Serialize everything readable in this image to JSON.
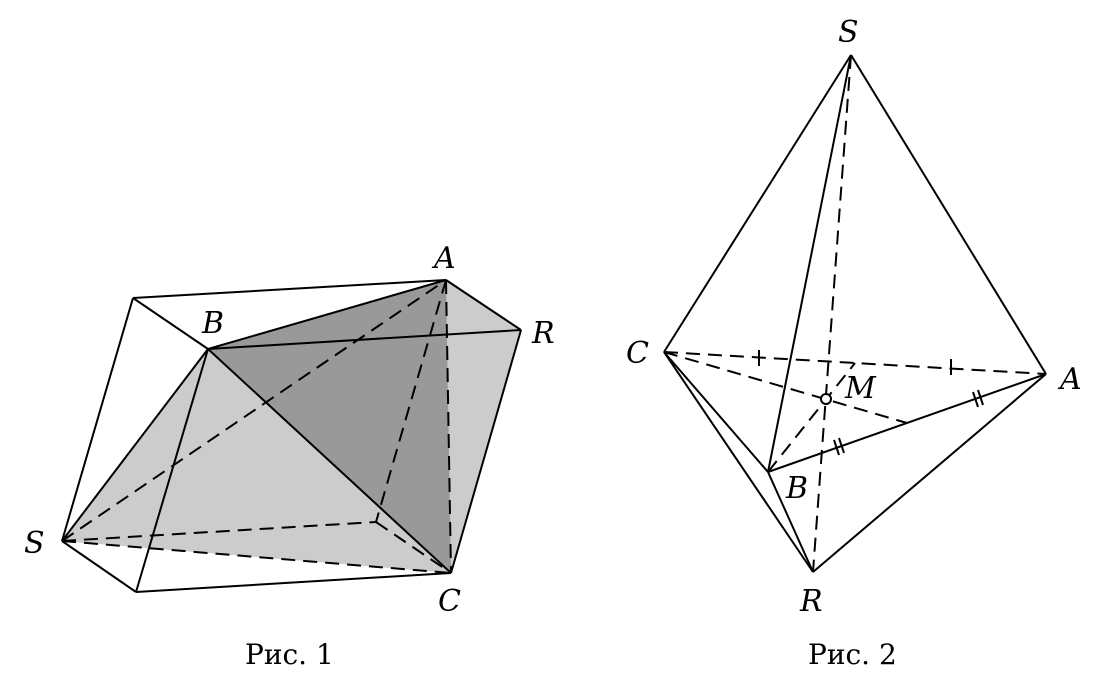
{
  "figure1": {
    "caption": "Рис. 1",
    "labels": {
      "A": "A",
      "B": "B",
      "R": "R",
      "S": "S",
      "C": "C"
    },
    "colors": {
      "light_face": "#cccccc",
      "dark_face": "#999999"
    }
  },
  "figure2": {
    "caption": "Рис. 2",
    "labels": {
      "S": "S",
      "C": "C",
      "A": "A",
      "M": "M",
      "B": "B",
      "R": "R"
    }
  }
}
